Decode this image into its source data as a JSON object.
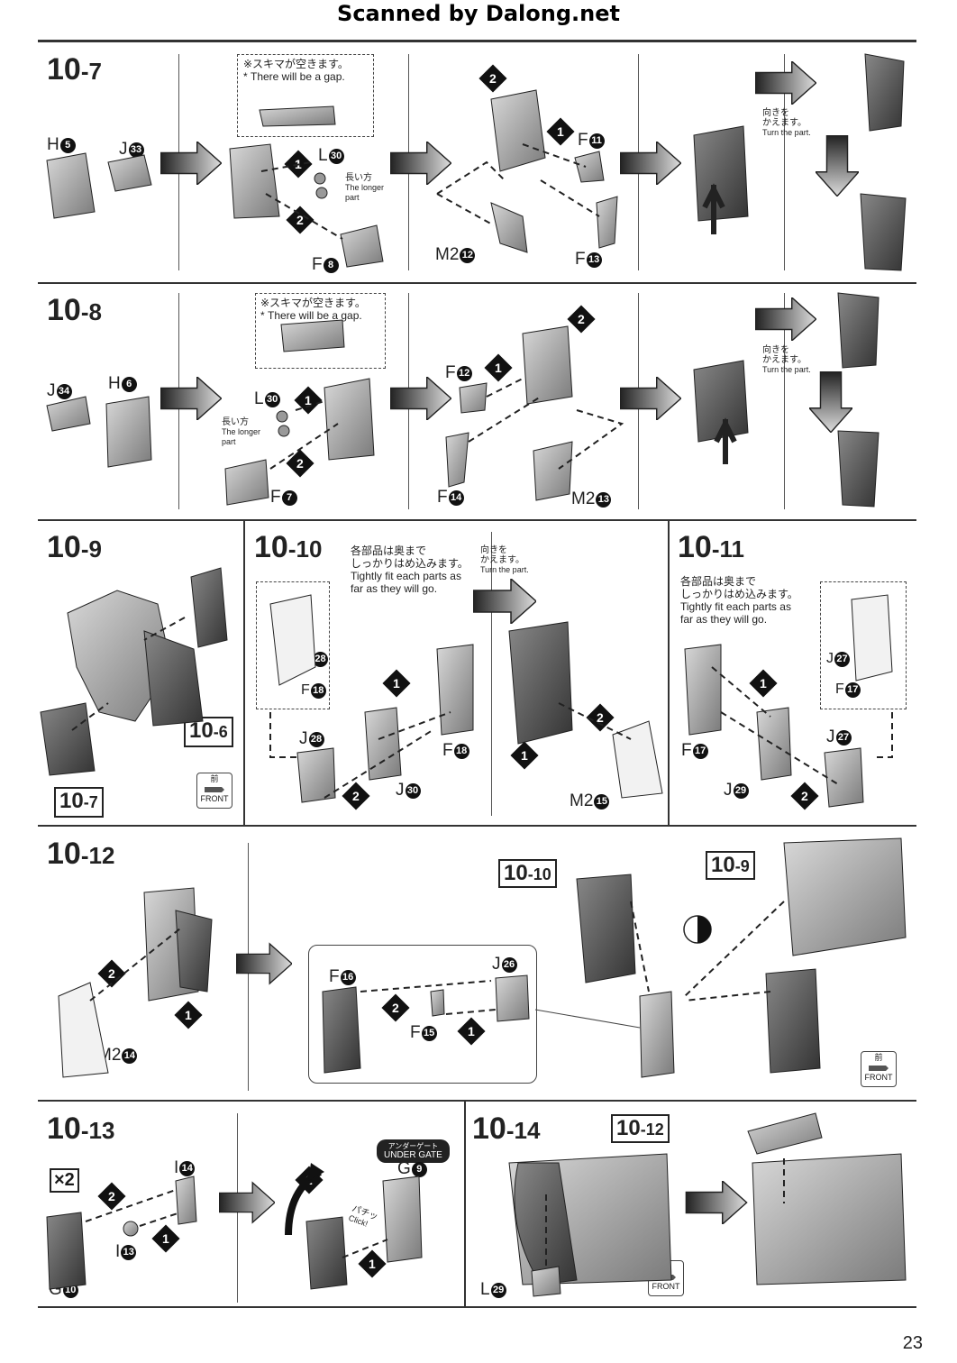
{
  "watermark": "Scanned by Dalong.net",
  "page_number": "23",
  "notes": {
    "gap_jp": "※スキマが空きます。",
    "gap_en": "* There will be a gap.",
    "longer_jp": "長い方",
    "longer_en1": "The longer",
    "longer_en2": "part",
    "turn_jp1": "向きを",
    "turn_jp2": "かえます。",
    "turn_en": "Turn the part.",
    "fit_jp1": "各部品は奥まで",
    "fit_jp2": "しっかりはめ込みます。",
    "fit_en1": "Tightly fit each parts as",
    "fit_en2": "far as they will go.",
    "front_jp": "前",
    "front_en": "FRONT",
    "gate_jp": "アンダーゲート",
    "gate_en": "UNDER GATE",
    "click_jp": "パチッ",
    "click_en": "Click!",
    "x2": "×2"
  },
  "steps": [
    {
      "a": "10",
      "b": "-7"
    },
    {
      "a": "10",
      "b": "-8"
    },
    {
      "a": "10",
      "b": "-9"
    },
    {
      "a": "10",
      "b": "-10"
    },
    {
      "a": "10",
      "b": "-11"
    },
    {
      "a": "10",
      "b": "-12"
    },
    {
      "a": "10",
      "b": "-13"
    },
    {
      "a": "10",
      "b": "-14"
    }
  ],
  "refs": [
    {
      "a": "10",
      "b": "-6"
    },
    {
      "a": "10",
      "b": "-7"
    },
    {
      "a": "10",
      "b": "-10"
    },
    {
      "a": "10",
      "b": "-9"
    },
    {
      "a": "10",
      "b": "-12"
    }
  ],
  "parts": [
    {
      "l": "H",
      "n": "5"
    },
    {
      "l": "J",
      "n": "33"
    },
    {
      "l": "L",
      "n": "30"
    },
    {
      "l": "F",
      "n": "8"
    },
    {
      "l": "F",
      "n": "11"
    },
    {
      "l": "M2",
      "n": "12"
    },
    {
      "l": "F",
      "n": "13"
    },
    {
      "l": "J",
      "n": "34"
    },
    {
      "l": "H",
      "n": "6"
    },
    {
      "l": "L",
      "n": "30"
    },
    {
      "l": "F",
      "n": "7"
    },
    {
      "l": "F",
      "n": "12"
    },
    {
      "l": "F",
      "n": "14"
    },
    {
      "l": "M2",
      "n": "13"
    },
    {
      "l": "J",
      "n": "28"
    },
    {
      "l": "F",
      "n": "18"
    },
    {
      "l": "J",
      "n": "28"
    },
    {
      "l": "F",
      "n": "18"
    },
    {
      "l": "J",
      "n": "30"
    },
    {
      "l": "M2",
      "n": "15"
    },
    {
      "l": "J",
      "n": "27"
    },
    {
      "l": "F",
      "n": "17"
    },
    {
      "l": "F",
      "n": "17"
    },
    {
      "l": "J",
      "n": "27"
    },
    {
      "l": "J",
      "n": "29"
    },
    {
      "l": "M2",
      "n": "14"
    },
    {
      "l": "F",
      "n": "16"
    },
    {
      "l": "J",
      "n": "26"
    },
    {
      "l": "F",
      "n": "15"
    },
    {
      "l": "I",
      "n": "14"
    },
    {
      "l": "I",
      "n": "13"
    },
    {
      "l": "G",
      "n": "10"
    },
    {
      "l": "G",
      "n": "9"
    },
    {
      "l": "L",
      "n": "29"
    }
  ]
}
